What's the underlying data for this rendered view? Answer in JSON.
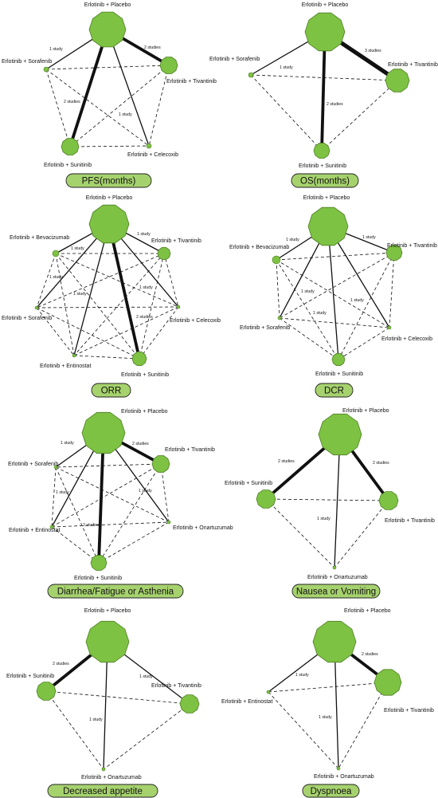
{
  "panels": [
    {
      "id": "pfs",
      "caption": "PFS(months)",
      "nodes": [
        {
          "id": "placebo",
          "label": "Erlotinib + Placebo"
        },
        {
          "id": "sorafenib",
          "label": "Erlotinib + Sorafenib"
        },
        {
          "id": "tivantinib",
          "label": "Erlotinib + Tivantinib"
        },
        {
          "id": "sunitinib",
          "label": "Erlotinib + Sunitinib"
        },
        {
          "id": "celecoxib",
          "label": "Erlotinib + Celecoxib"
        }
      ],
      "edges": [
        {
          "a": "placebo",
          "b": "sorafenib",
          "studies": 1,
          "label": "1 study"
        },
        {
          "a": "placebo",
          "b": "tivantinib",
          "studies": 2,
          "label": "2 studies"
        },
        {
          "a": "placebo",
          "b": "sunitinib",
          "studies": 2,
          "label": "2 studies"
        },
        {
          "a": "placebo",
          "b": "celecoxib",
          "studies": 1,
          "label": "1 study"
        }
      ]
    },
    {
      "id": "os",
      "caption": "OS(months)",
      "nodes": [
        {
          "id": "placebo",
          "label": "Erlotinib + Placebo"
        },
        {
          "id": "sorafenib",
          "label": "Erlotinib + Sorafenib"
        },
        {
          "id": "tivantinib",
          "label": "Erlotinib + Tivantinib"
        },
        {
          "id": "sunitinib",
          "label": "Erlotinib + Sunitinib"
        }
      ],
      "edges": [
        {
          "a": "placebo",
          "b": "sorafenib",
          "studies": 1,
          "label": "1 study"
        },
        {
          "a": "placebo",
          "b": "tivantinib",
          "studies": 3,
          "label": "3 studies"
        },
        {
          "a": "placebo",
          "b": "sunitinib",
          "studies": 2,
          "label": "2 studies"
        }
      ]
    },
    {
      "id": "orr",
      "caption": "ORR",
      "nodes": [
        {
          "id": "placebo",
          "label": "Erlotinib + Placebo"
        },
        {
          "id": "bevacizumab",
          "label": "Erlotinib + Bevacizumab"
        },
        {
          "id": "tivantinib",
          "label": "Erlotinib + Tivantinib"
        },
        {
          "id": "sorafenib",
          "label": "Erlotinib + Sorafenib"
        },
        {
          "id": "celecoxib",
          "label": "Erlotinib + Celecoxib"
        },
        {
          "id": "entinostat",
          "label": "Erlotinib + Entinostat"
        },
        {
          "id": "sunitinib",
          "label": "Erlotinib + Sunitinib"
        }
      ],
      "edges": [
        {
          "a": "placebo",
          "b": "bevacizumab",
          "studies": 1,
          "label": "1 study"
        },
        {
          "a": "placebo",
          "b": "tivantinib",
          "studies": 1,
          "label": "1 study"
        },
        {
          "a": "placebo",
          "b": "sorafenib",
          "studies": 1,
          "label": "1 study"
        },
        {
          "a": "placebo",
          "b": "entinostat",
          "studies": 1,
          "label": "1 study"
        },
        {
          "a": "placebo",
          "b": "sunitinib",
          "studies": 2,
          "label": "2 studies"
        },
        {
          "a": "placebo",
          "b": "celecoxib",
          "studies": 1,
          "label": "1 study"
        }
      ]
    },
    {
      "id": "dcr",
      "caption": "DCR",
      "nodes": [
        {
          "id": "placebo",
          "label": "Erlotinib + Placebo"
        },
        {
          "id": "bevacizumab",
          "label": "Erlotinib + Bevacizumab"
        },
        {
          "id": "tivantinib",
          "label": "Erlotinib + Tivantinib"
        },
        {
          "id": "sorafenib",
          "label": "Erlotinib + Sorafenib"
        },
        {
          "id": "celecoxib",
          "label": "Erlotinib + Celecoxib"
        },
        {
          "id": "sunitinib",
          "label": "Erlotinib + Sunitinib"
        }
      ],
      "edges": [
        {
          "a": "placebo",
          "b": "bevacizumab",
          "studies": 1,
          "label": "1 study"
        },
        {
          "a": "placebo",
          "b": "tivantinib",
          "studies": 1,
          "label": "1 study"
        },
        {
          "a": "placebo",
          "b": "sorafenib",
          "studies": 1,
          "label": "1 study"
        },
        {
          "a": "placebo",
          "b": "sunitinib",
          "studies": 1,
          "label": "1 study"
        },
        {
          "a": "placebo",
          "b": "celecoxib",
          "studies": 1,
          "label": "1 study"
        }
      ]
    },
    {
      "id": "diarrhea",
      "caption": "Diarrhea/Fatigue or Asthenia",
      "nodes": [
        {
          "id": "placebo",
          "label": "Erlotinib + Placebo"
        },
        {
          "id": "tivantinib",
          "label": "Erlotinib + Tivantinib"
        },
        {
          "id": "sorafenib",
          "label": "Erlotinib + Sorafenib"
        },
        {
          "id": "entinostat",
          "label": "Erlotinib + Entinostat"
        },
        {
          "id": "onartuzumab",
          "label": "Erlotinib + Onartuzumab"
        },
        {
          "id": "sunitinib",
          "label": "Erlotinib + Sunitinib"
        }
      ],
      "edges": [
        {
          "a": "placebo",
          "b": "sorafenib",
          "studies": 1,
          "label": "1 study"
        },
        {
          "a": "placebo",
          "b": "tivantinib",
          "studies": 2,
          "label": "2 studies"
        },
        {
          "a": "placebo",
          "b": "entinostat",
          "studies": 1,
          "label": "1 study"
        },
        {
          "a": "placebo",
          "b": "sunitinib",
          "studies": 2,
          "label": "2 studies"
        },
        {
          "a": "placebo",
          "b": "onartuzumab",
          "studies": 1,
          "label": "1 study"
        }
      ]
    },
    {
      "id": "nausea",
      "caption": "Nausea or Vomiting",
      "nodes": [
        {
          "id": "placebo",
          "label": "Erlotinib + Placebo"
        },
        {
          "id": "sunitinib",
          "label": "Erlotinib + Sunitinib"
        },
        {
          "id": "tivantinib",
          "label": "Erlotinib + Tivantinib"
        },
        {
          "id": "onartuzumab",
          "label": "Erlotinib + Onartuzumab"
        }
      ],
      "edges": [
        {
          "a": "placebo",
          "b": "sunitinib",
          "studies": 2,
          "label": "2 studies"
        },
        {
          "a": "placebo",
          "b": "tivantinib",
          "studies": 2,
          "label": "2 studies"
        },
        {
          "a": "placebo",
          "b": "onartuzumab",
          "studies": 1,
          "label": "1 study"
        }
      ]
    },
    {
      "id": "appetite",
      "caption": "Decreased appetite",
      "nodes": [
        {
          "id": "placebo",
          "label": "Erlotinib + Placebo"
        },
        {
          "id": "sunitinib",
          "label": "Erlotinib + Sunitinib"
        },
        {
          "id": "tivantinib",
          "label": "Erlotinib + Tivantinib"
        },
        {
          "id": "onartuzumab",
          "label": "Erlotinib + Onartuzumab"
        }
      ],
      "edges": [
        {
          "a": "placebo",
          "b": "sunitinib",
          "studies": 2,
          "label": "2 studies"
        },
        {
          "a": "placebo",
          "b": "tivantinib",
          "studies": 1,
          "label": "1 study"
        },
        {
          "a": "placebo",
          "b": "onartuzumab",
          "studies": 1,
          "label": "1 study"
        }
      ]
    },
    {
      "id": "dyspnoea",
      "caption": "Dyspnoea",
      "nodes": [
        {
          "id": "placebo",
          "label": "Erlotinib + Placebo"
        },
        {
          "id": "entinostat",
          "label": "Erlotinib + Entinostat"
        },
        {
          "id": "tivantinib",
          "label": "Erlotinib + Tivantinib"
        },
        {
          "id": "onartuzumab",
          "label": "Erlotinib + Onartuzumab"
        }
      ],
      "edges": [
        {
          "a": "placebo",
          "b": "tivantinib",
          "studies": 2,
          "label": "2 studies"
        },
        {
          "a": "placebo",
          "b": "entinostat",
          "studies": 1,
          "label": "1 study"
        },
        {
          "a": "placebo",
          "b": "onartuzumab",
          "studies": 1,
          "label": "1 study"
        }
      ]
    }
  ],
  "colors": {
    "node_fill": "#7dc242",
    "node_stroke": "#4f7f26",
    "caption_fill": "#a6d26e",
    "caption_stroke": "#222222",
    "line": "#111111"
  }
}
